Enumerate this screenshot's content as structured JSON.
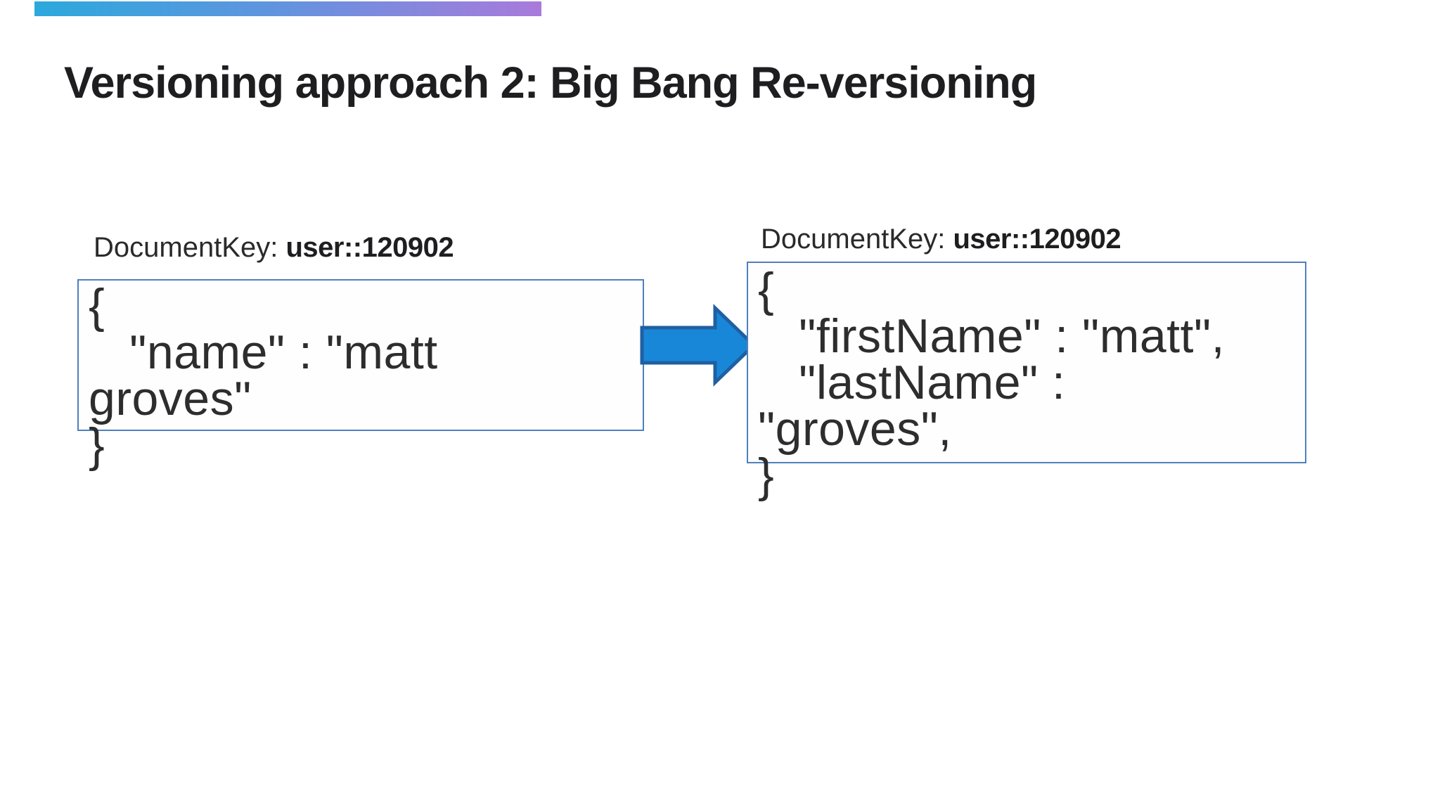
{
  "slide": {
    "title": "Versioning approach 2: Big Bang Re-versioning"
  },
  "colors": {
    "accent_bar_start": "#2BA9DC",
    "accent_bar_end": "#A97ADB",
    "box_border": "#4E80BD",
    "arrow_fill": "#1987D8",
    "arrow_stroke": "#1F5FA3",
    "title_text": "#1E1E20",
    "code_text": "#2D2D2D"
  },
  "left_document": {
    "label": "DocumentKey: ",
    "key": "user::120902",
    "code_lines": [
      "{",
      "   \"name\" : \"matt",
      "groves\"",
      "}"
    ]
  },
  "right_document": {
    "label": "DocumentKey: ",
    "key": "user::120902",
    "code_lines": [
      "{",
      "   \"firstName\" : \"matt\",",
      "   \"lastName\" :",
      "\"groves\",",
      "}"
    ]
  },
  "arrow": {
    "direction": "right"
  }
}
